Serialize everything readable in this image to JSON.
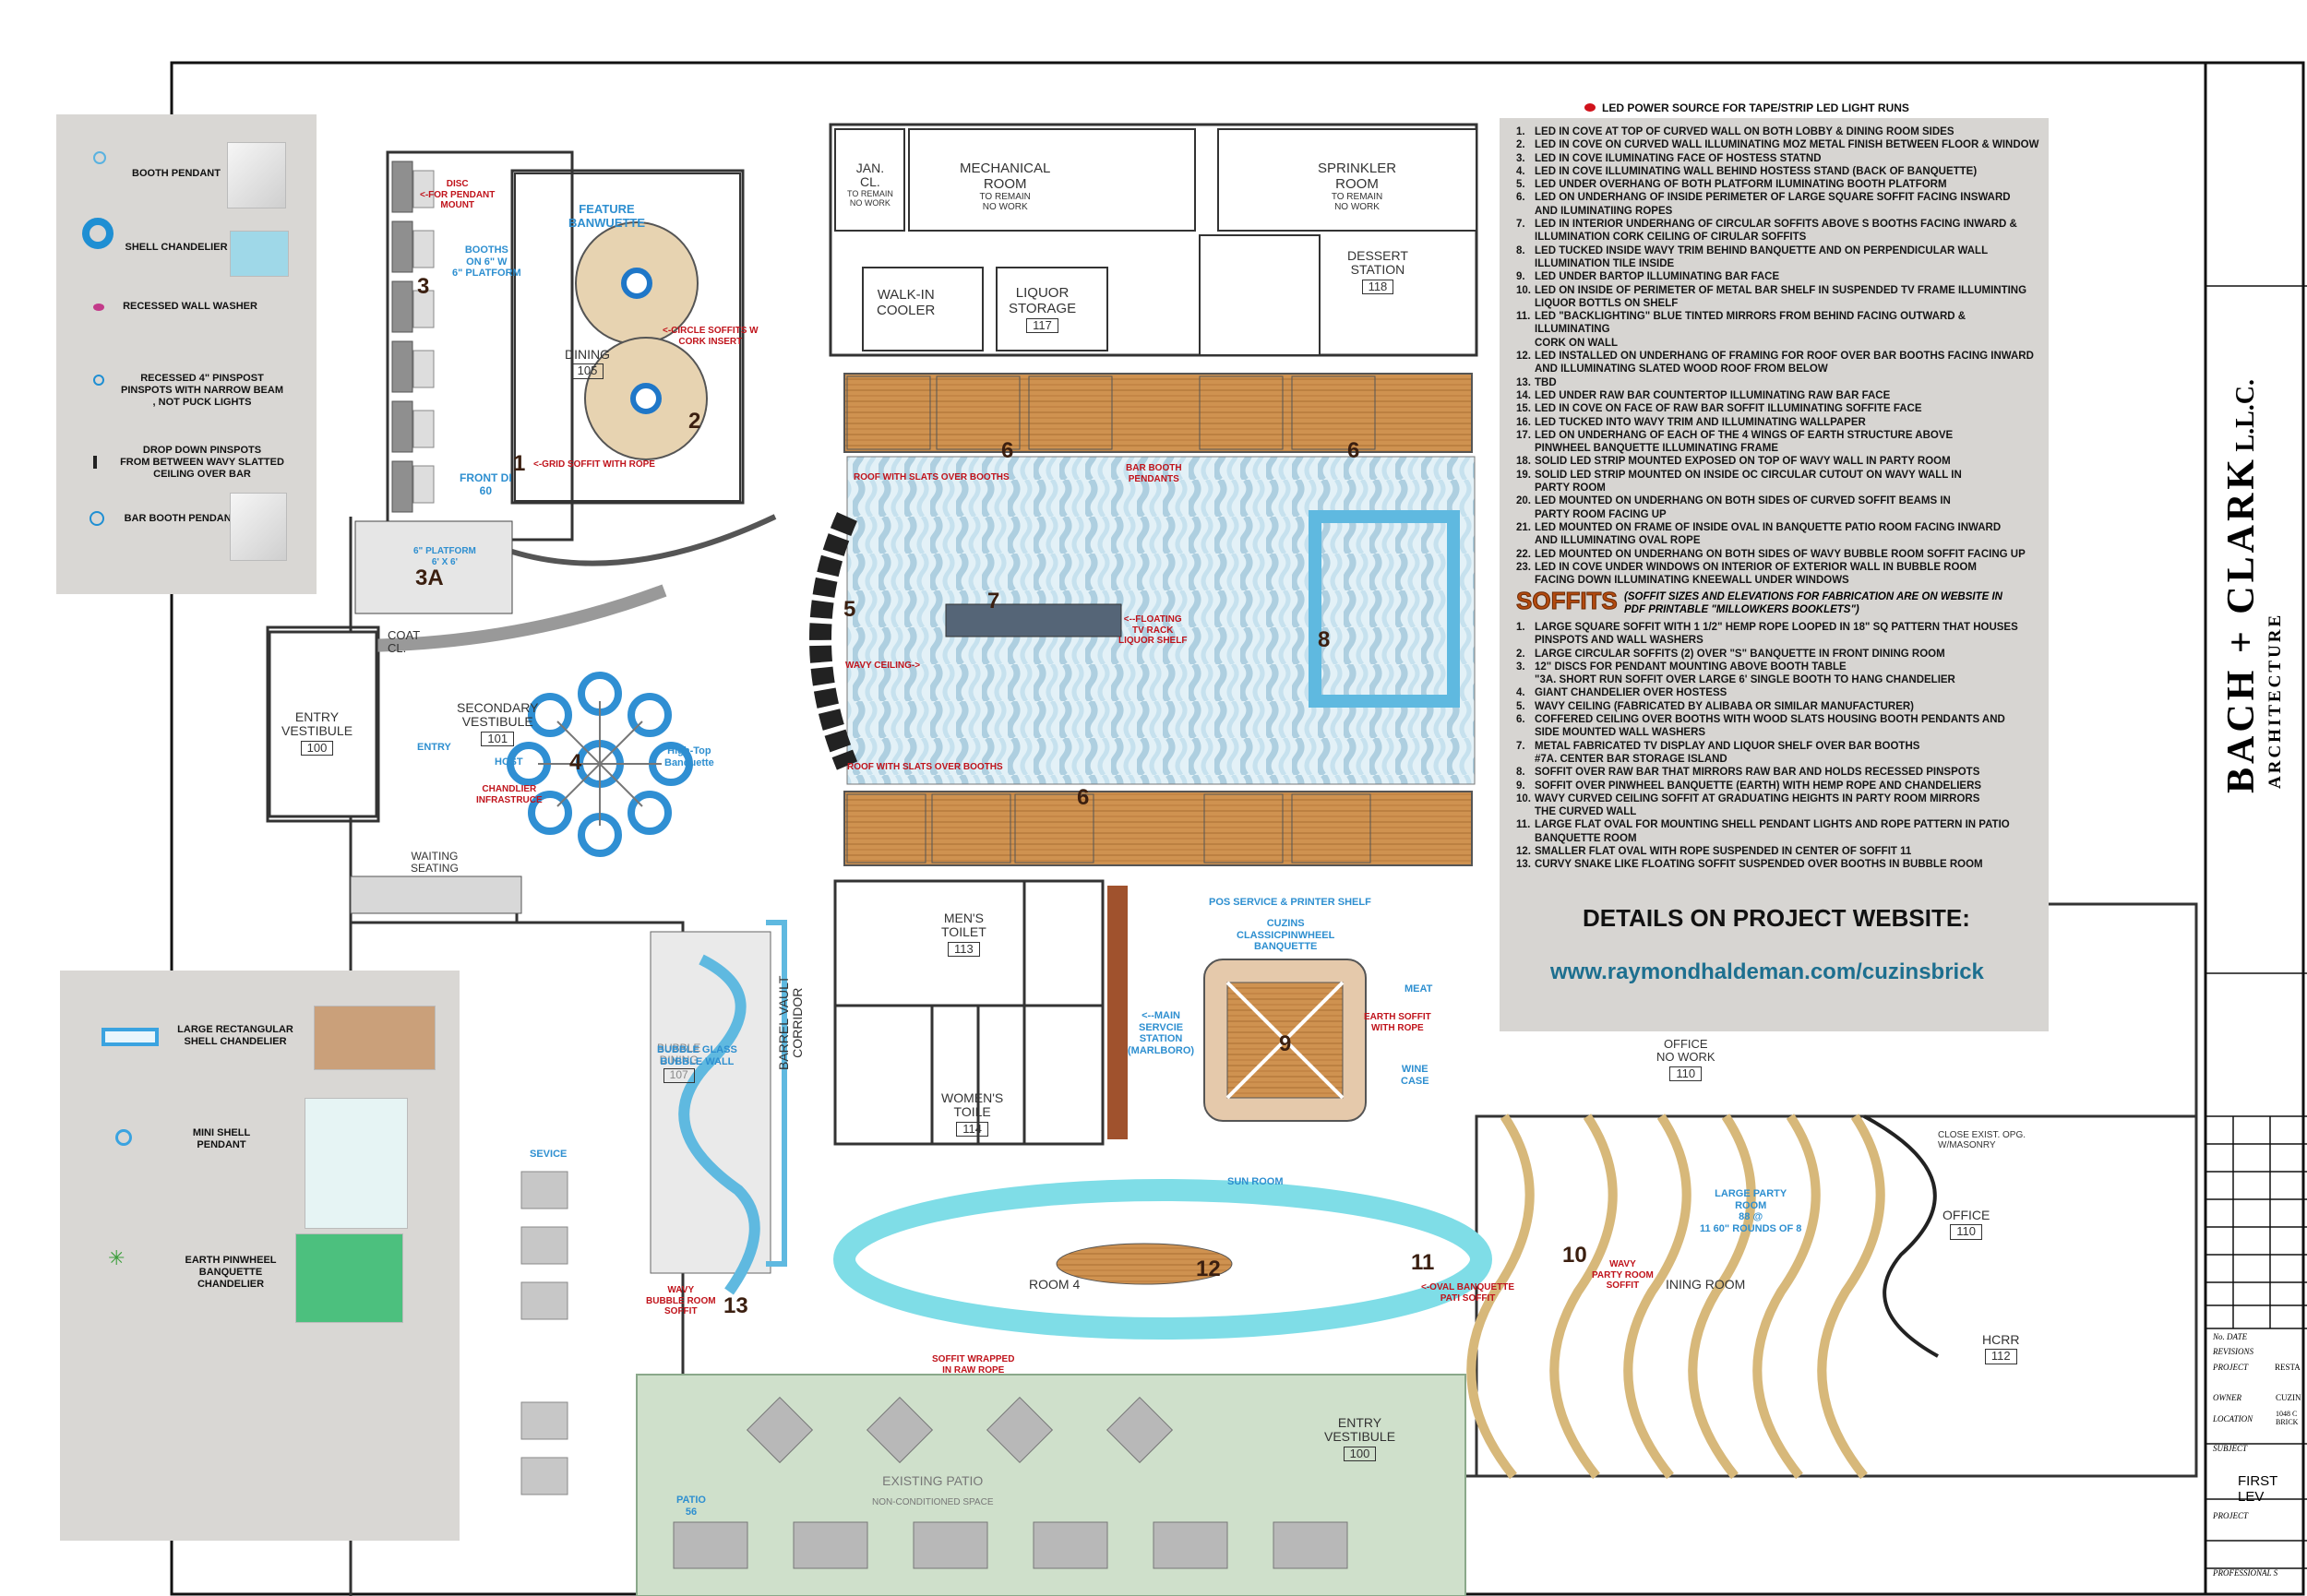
{
  "legend_top": {
    "items": [
      {
        "label": "BOOTH PENDANT",
        "icon": "ring-dot-icon"
      },
      {
        "label": "SHELL CHANDELIER",
        "icon": "shell-chandelier-icon"
      },
      {
        "label": "RECESSED WALL WASHER",
        "icon": "wall-washer-icon"
      },
      {
        "label": "RECESSED 4\" PINSPOST\nPINSPOTS WITH NARROW BEAM\n, NOT PUCK LIGHTS",
        "icon": "pinspot-icon"
      },
      {
        "label": "DROP DOWN PINSPOTS\nFROM BETWEEN WAVY SLATTED\nCEILING OVER BAR",
        "icon": "drop-pinspot-icon"
      },
      {
        "label": "BAR BOOTH PENDANT",
        "icon": "bar-pendant-icon"
      }
    ]
  },
  "legend_bottom": {
    "items": [
      {
        "label": "LARGE RECTANGULAR\nSHELL CHANDELIER",
        "icon": "rect-chandelier-icon"
      },
      {
        "label": "MINI SHELL\nPENDANT",
        "icon": "mini-shell-icon"
      },
      {
        "label": "EARTH PINWHEEL\nBANQUETTE\nCHANDELIER",
        "icon": "pinwheel-icon"
      }
    ]
  },
  "notes": {
    "power_source": "LED POWER SOURCE FOR TAPE/STRIP LED LIGHT RUNS",
    "led_items": [
      "LED IN COVE AT TOP OF CURVED WALL ON BOTH LOBBY & DINING ROOM SIDES",
      "LED IN COVE ON CURVED WALL ILLUMINATING MOZ METAL FINISH BETWEEN FLOOR & WINDOW",
      "LED IN COVE ILUMINATING FACE OF HOSTESS STATND",
      "LED IN COVE ILLUMINATING WALL BEHIND HOSTESS STAND (BACK OF BANQUETTE)",
      "LED UNDER OVERHANG OF BOTH PLATFORM ILUMINATING BOOTH PLATFORM",
      "LED ON UNDERHANG OF INSIDE PERIMETER OF LARGE SQUARE SOFFIT FACING INSWARD\nAND ILUMINATIING ROPES",
      "LED IN INTERIOR UNDERHANG OF CIRCULAR SOFFITS ABOVE S BOOTHS FACING INWARD &\nILLUMINATION CORK CEILING OF CIRULAR SOFFITS",
      "LED TUCKED INSIDE WAVY TRIM BEHIND BANQUETTE AND ON PERPENDICULAR WALL\nILLUMINATION TILE INSIDE",
      "LED UNDER BARTOP ILLUMINATING BAR FACE",
      "LED ON INSIDE OF PERIMETER OF METAL BAR SHELF IN SUSPENDED TV FRAME ILLUMINTING\nLIQUOR BOTTLS ON SHELF",
      "LED \"BACKLIGHTING\" BLUE TINTED MIRRORS FROM BEHIND FACING OUTWARD & ILLUMINATING\nCORK ON WALL",
      "LED INSTALLED ON UNDERHANG OF FRAMING FOR ROOF OVER BAR BOOTHS FACING INWARD\nAND ILLUMINATING SLATED WOOD ROOF FROM BELOW",
      "TBD",
      "LED UNDER RAW BAR COUNTERTOP ILLUMINATING RAW BAR FACE",
      "LED IN COVE ON FACE OF RAW BAR SOFFIT ILLUMINATING SOFFITE FACE",
      "LED TUCKED INTO WAVY TRIM AND ILLUMINATING WALLPAPER",
      "LED ON UNDERHANG OF EACH OF THE 4 WINGS OF EARTH STRUCTURE ABOVE\nPINWHEEL BANQUETTE ILLUMINATING FRAME",
      "SOLID LED STRIP MOUNTED EXPOSED ON TOP OF WAVY WALL IN PARTY ROOM",
      "SOLID LED STRIP MOUNTED ON INSIDE OC CIRCULAR CUTOUT ON WAVY WALL IN\nPARTY ROOM",
      "LED MOUNTED ON UNDERHANG ON BOTH SIDES OF CURVED SOFFIT BEAMS IN\nPARTY ROOM FACING UP",
      "LED MOUNTED ON FRAME OF INSIDE OVAL IN BANQUETTE PATIO ROOM FACING INWARD\nAND ILLUMINATING OVAL ROPE",
      "LED MOUNTED ON UNDERHANG ON BOTH SIDES OF WAVY BUBBLE ROOM SOFFIT FACING UP",
      "LED IN COVE UNDER WINDOWS ON INTERIOR OF EXTERIOR WALL IN BUBBLE ROOM\nFACING DOWN ILLUMINATING KNEEWALL UNDER WINDOWS"
    ],
    "soffits_title": "SOFFITS",
    "soffits_note": "(SOFFIT SIZES AND ELEVATIONS FOR FABRICATION ARE ON WEBSITE IN\nPDF PRINTABLE \"MILLOWKERS BOOKLETS\")",
    "soffit_items": [
      "LARGE SQUARE SOFFIT WITH 1 1/2\" HEMP ROPE LOOPED IN 18\" SQ PATTERN THAT HOUSES\nPINSPOTS AND WALL WASHERS",
      "LARGE CIRCULAR SOFFITS (2) OVER \"S\" BANQUETTE IN FRONT DINING ROOM",
      "12\" DISCS FOR PENDANT MOUNTING ABOVE BOOTH TABLE\n\"3A. SHORT RUN SOFFIT OVER LARGE 6' SINGLE BOOTH TO HANG CHANDELIER",
      "GIANT CHANDELIER OVER HOSTESS",
      "WAVY CEILING (FABRICATED BY ALIBABA OR SIMILAR MANUFACTURER)",
      "COFFERED CEILING OVER BOOTHS WITH WOOD SLATS HOUSING BOOTH PENDANTS AND\nSIDE MOUNTED WALL WASHERS",
      "METAL FABRICATED TV DISPLAY AND LIQUOR SHELF OVER BAR BOOTHS\n#7A. CENTER BAR STORAGE ISLAND",
      "SOFFIT OVER RAW BAR THAT MIRRORS RAW BAR AND HOLDS RECESSED PINSPOTS",
      "SOFFIT OVER PINWHEEL BANQUETTE (EARTH) WITH HEMP ROPE AND CHANDELIERS",
      "WAVY CURVED CEILING SOFFIT AT GRADUATING HEIGHTS IN PARTY ROOM  MIRRORS\nTHE CURVED WALL",
      "LARGE FLAT OVAL FOR MOUNTING SHELL PENDANT LIGHTS AND ROPE PATTERN IN PATIO\nBANQUETTE ROOM",
      "SMALLER FLAT OVAL WITH ROPE SUSPENDED IN CENTER OF SOFFIT 11",
      "CURVY SNAKE LIKE FLOATING SOFFIT SUSPENDED OVER BOOTHS IN BUBBLE ROOM"
    ],
    "details_heading": "DETAILS ON PROJECT WEBSITE:",
    "website": "www.raymondhaldeman.com/cuzinsbrick"
  },
  "title_block": {
    "firm": "BACH + CLARK",
    "firm_suffix": "L.L.C.",
    "firm_sub": "ARCHITECTURE",
    "rows": [
      "No. DATE",
      "REVISIONS",
      "PROJECT",
      "OWNER",
      "LOCATION",
      "SUBJECT",
      "PROJECT",
      "PROFESSIONAL S"
    ],
    "row_values": [
      "",
      "",
      "RESTA",
      "CUZIN",
      "1048 C\nBRICK",
      "",
      "",
      ""
    ],
    "subject_value": "FIRST LEV"
  },
  "rooms": [
    {
      "name": "MECHANICAL\nROOM",
      "sub": "TO REMAIN\nNO WORK"
    },
    {
      "name": "SPRINKLER\nROOM",
      "sub": "TO REMAIN\nNO WORK"
    },
    {
      "name": "JAN.\nCL.",
      "sub": "TO REMAIN\nNO WORK"
    },
    {
      "name": "WALK-IN\nCOOLER",
      "sub": ""
    },
    {
      "name": "LIQUOR\nSTORAGE",
      "num": "117"
    },
    {
      "name": "DESSERT\nSTATION",
      "num": "118"
    },
    {
      "name": "DINING",
      "num": "105"
    },
    {
      "name": "FRONT DI",
      "num": "60"
    },
    {
      "name": "COAT\nCL.",
      "sub": ""
    },
    {
      "name": "ENTRY\nVESTIBULE",
      "num": "100"
    },
    {
      "name": "SECONDARY\nVESTIBULE",
      "num": "101"
    },
    {
      "name": "MEN'S\nTOILET",
      "num": "113"
    },
    {
      "name": "WOMEN'S\nTOILE",
      "num": "114"
    },
    {
      "name": "OFFICE\nNO WORK",
      "num": "110"
    },
    {
      "name": "OFFICE",
      "num": "110"
    },
    {
      "name": "HCRR",
      "num": "112"
    },
    {
      "name": "ENTRY\nVESTIBULE",
      "num": "100"
    },
    {
      "name": "EXISTING PATIO",
      "sub": "NON-CONDITIONED SPACE"
    },
    {
      "name": "BARREL VAULT\nCORRIDOR",
      "sub": ""
    }
  ],
  "blue_tags": [
    "FEATURE\nBANWUETTE",
    "BOOTHS\nON 6\" W\n6\" PLATFORM",
    "FRONT DI\n60",
    "6\" PLATFORM\n6' X 6'",
    "ENTRY",
    "HOST",
    "High-Top\nBanquette",
    "BUBBLE GLASS\nBUBBLE WALL",
    "SEVICE",
    "CUZINS\nCLASSICPINWHEEL\nBANQUETTE",
    "MEAT",
    "WINE\nCASE",
    "<--MAIN\nSERVCIE\nSTATION\n(MARLBORO)",
    "SUN ROOM",
    "POS SERVICE & PRINTER SHELF",
    "PATIO\n56",
    "LARGE PARTY\nROOM\n88 @\n11 60\" ROUNDS OF 8"
  ],
  "red_tags": [
    "DISC\n<-FOR PENDANT\nMOUNT",
    "<-CIRCLE SOFFITS W\nCORK INSERT",
    "<-GRID SOFFIT WITH ROPE",
    "ROOF WITH SLATS OVER BOOTHS",
    "BAR BOOTH\nPENDANTS",
    "<--FLOATING\nTV RACK\nLIQUOR SHELF",
    "WAVY CEILING->",
    "ROOF WITH SLATS OVER BOOTHS",
    "CHANDLIER\nINFRASTRUCE",
    "EARTH SOFFIT\nWITH ROPE",
    "<-OVAL BANQUETTE\nPATI SOFFIT",
    "WAVY\nPARTY ROOM\nSOFFIT",
    "WAVY\nBUBBLE ROOM\nSOFFIT",
    "SOFFIT WRAPPED\nIN RAW ROPE"
  ],
  "numbers": [
    "1",
    "2",
    "3",
    "3A",
    "4",
    "5",
    "6",
    "6",
    "6",
    "7",
    "8",
    "9",
    "10",
    "11",
    "12",
    "13"
  ],
  "misc_text": {
    "waiting": "WAITING\nSEATING",
    "close_opg": "CLOSE EXIST. OPG.\nW/MASONRY",
    "room4": "ROOM 4",
    "dining_room": "INING ROOM",
    "bubble_dining": "BUBBLE\nDINING",
    "bubble_num": "107"
  },
  "colors": {
    "wood": "#c98a46",
    "cyan": "#63cfe3",
    "blue_accent": "#1f77c8",
    "red": "#c0131b",
    "legend_bg": "#d9d7d4",
    "patio": "#cfe0cb"
  }
}
